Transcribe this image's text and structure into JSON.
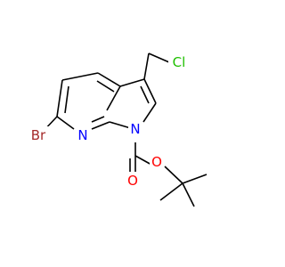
{
  "molecule": {
    "atoms": {
      "cl": {
        "label": "Cl",
        "color": "#1fbf00"
      },
      "br": {
        "label": "Br",
        "color": "#a52a2a"
      },
      "n_pyridine": {
        "label": "N",
        "color": "#0000ff"
      },
      "n_pyrrole": {
        "label": "N",
        "color": "#0000ff"
      },
      "o_ester": {
        "label": "O",
        "color": "#ff0000"
      },
      "o_carbonyl": {
        "label": "O",
        "color": "#ff0000"
      }
    },
    "bond_color": "#000000"
  }
}
